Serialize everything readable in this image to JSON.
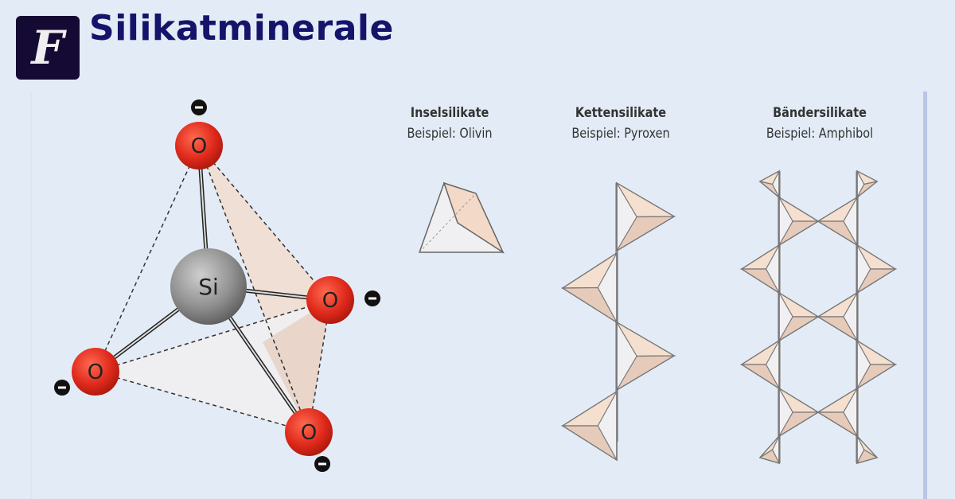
{
  "title": "Silikatminerale",
  "logo": {
    "letter": "F"
  },
  "molecule": {
    "center_atom": "Si",
    "oxygen_atom": "O",
    "charge": "−"
  },
  "types": [
    {
      "name": "Inselsilikate",
      "example": "Beispiel: Olivin"
    },
    {
      "name": "Kettensilikate",
      "example": "Beispiel: Pyroxen"
    },
    {
      "name": "Bändersilikate",
      "example": "Beispiel: Amphibol"
    }
  ],
  "colors": {
    "title": "#14146b",
    "oxygen": "#e02a1c",
    "silicon": "#8c8c8c",
    "face": "#f3d9c8",
    "background": "#e3ecf6"
  }
}
